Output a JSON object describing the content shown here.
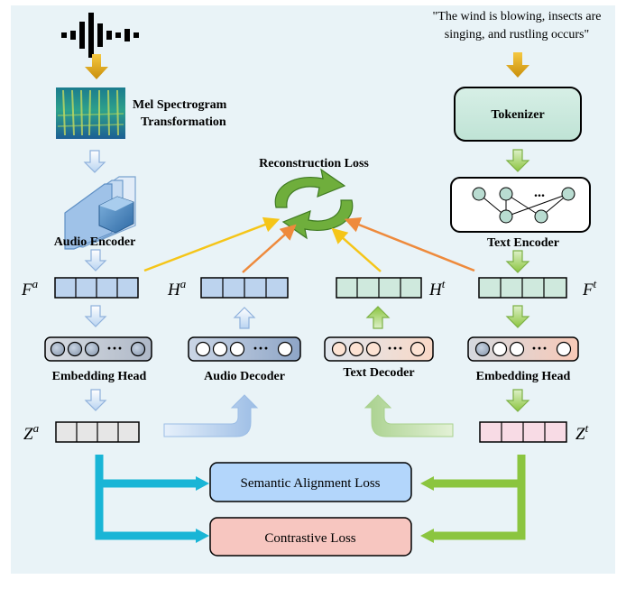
{
  "quote": {
    "line1": "\"The wind is blowing, insects are",
    "line2": "singing, and rustling occurs\""
  },
  "mel": {
    "line1": "Mel Spectrogram",
    "line2": "Transformation"
  },
  "tokenizer_label": "Tokenizer",
  "reconstruction_label": "Reconstruction Loss",
  "audio_encoder_label": "Audio Encoder",
  "text_encoder_label": "Text Encoder",
  "text_encoder_ellipsis": "...",
  "features": {
    "fa": {
      "base": "F",
      "sup": "a"
    },
    "ha": {
      "base": "H",
      "sup": "a"
    },
    "ht": {
      "base": "H",
      "sup": "t"
    },
    "ft": {
      "base": "F",
      "sup": "t"
    },
    "za": {
      "base": "Z",
      "sup": "a"
    },
    "zt": {
      "base": "Z",
      "sup": "t"
    }
  },
  "heads": {
    "audio_embedding": "Embedding Head",
    "audio_decoder": "Audio Decoder",
    "text_decoder": "Text Decoder",
    "text_embedding": "Embedding Head",
    "ellipsis": "···"
  },
  "losses": {
    "semantic": "Semantic Alignment Loss",
    "contrastive": "Contrastive Loss"
  },
  "colors": {
    "background": "#e9f3f7",
    "audio_blue": "#bcd3ee",
    "text_green": "#cfe9dd",
    "gray_feature": "#e6e6e6",
    "pink_feature": "#f8dbe5",
    "semantic_box": "#b3d6fb",
    "contrastive_box": "#f7c6c0",
    "cyan_arrow": "#19b5d6",
    "lime_arrow": "#8bc53f",
    "yellow_arrow": "#f5c518",
    "orange_arrow": "#ee8a3c",
    "gold_arrow": "#d4a010"
  }
}
